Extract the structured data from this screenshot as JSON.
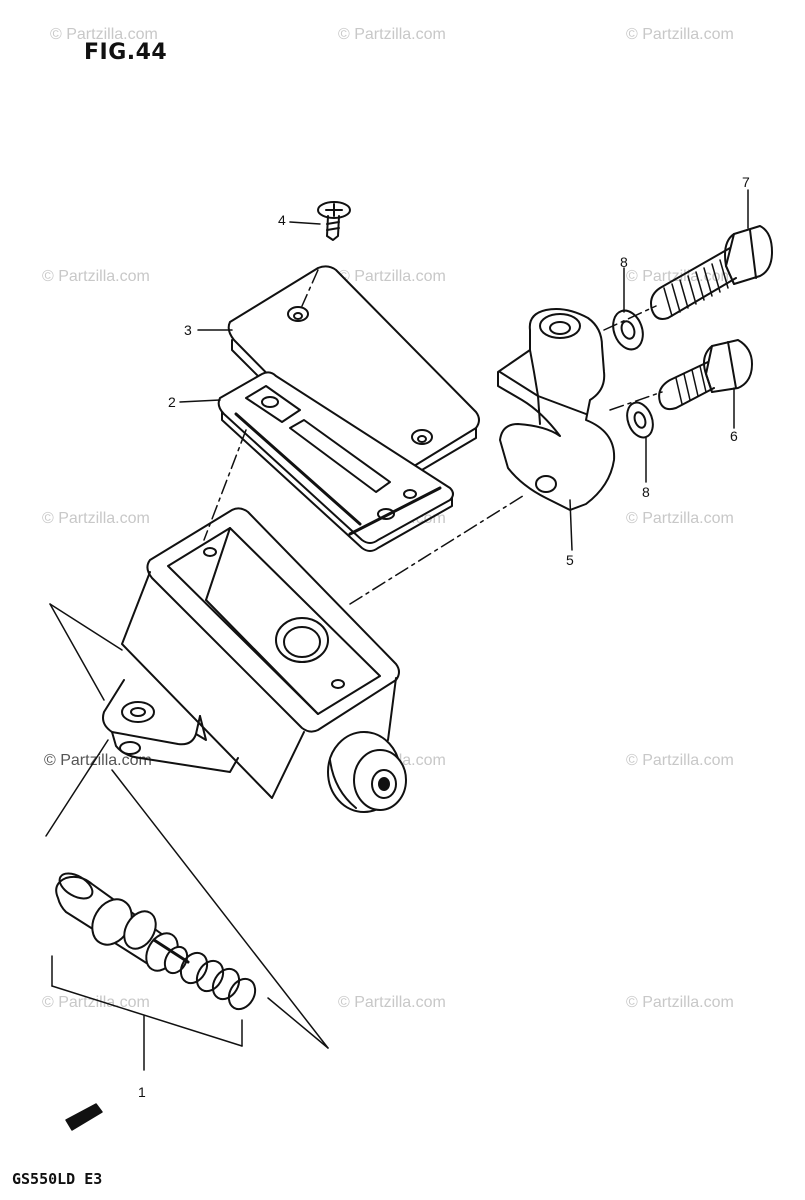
{
  "figure": {
    "title": "FIG.44",
    "model": "GS550LD E3"
  },
  "watermark": {
    "text": "© Partzilla.com"
  },
  "callouts": [
    "1",
    "2",
    "3",
    "4",
    "5",
    "6",
    "7",
    "8",
    "8"
  ]
}
